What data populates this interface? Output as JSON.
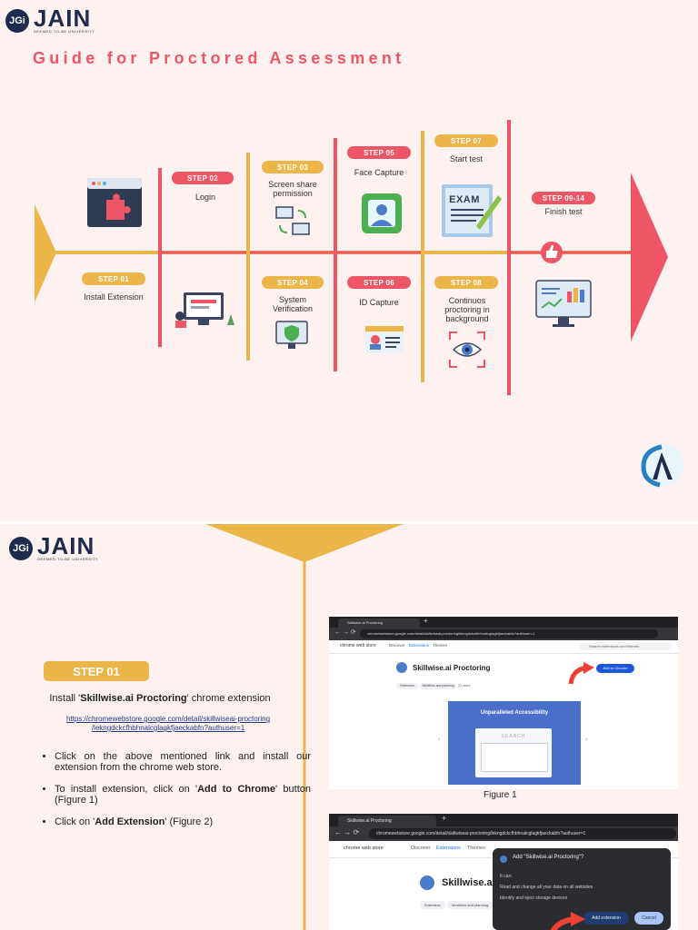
{
  "page1": {
    "logo": {
      "mark": "JGi",
      "name": "JAIN",
      "tagline": "DEEMED-TO-BE UNIVERSITY"
    },
    "title": "Guide for Proctored Assessment",
    "steps": [
      {
        "badge": "STEP 01",
        "label": "Install Extension"
      },
      {
        "badge": "STEP 02",
        "label": "Login"
      },
      {
        "badge": "STEP 03",
        "label": "Screen share permission"
      },
      {
        "badge": "STEP 04",
        "label": "System Verification"
      },
      {
        "badge": "STEP 05",
        "label": "Face Capture"
      },
      {
        "badge": "STEP 06",
        "label": "ID Capture"
      },
      {
        "badge": "STEP 07",
        "label": "Start test"
      },
      {
        "badge": "STEP 08",
        "label": "Continuos proctoring in background"
      },
      {
        "badge": "STEP 09-14",
        "label": "Finish test"
      }
    ],
    "exam_icon_text": "EXAM"
  },
  "page2": {
    "logo": {
      "mark": "JGi",
      "name": "JAIN",
      "tagline": "DEEMED-TO-BE UNIVERSITY"
    },
    "step_badge": "STEP 01",
    "install_prefix": "Install '",
    "install_name": "Skillwise.ai Proctoring",
    "install_suffix": "' chrome extension",
    "link_line1": "https://chromewebstore.google.com/detail/skillwiseai-proctoring",
    "link_line2": "/lekngdckcfhbhnalcglagkfjaeckabfn?authuser=1",
    "bullets": {
      "b1": "Click on the above mentioned link and install our extension from the chrome web store.",
      "b2_pre": "To install extension, click on '",
      "b2_bold": "Add to Chrome",
      "b2_post": "' button (Figure 1)",
      "b3_pre": "Click on '",
      "b3_bold": "Add Extension",
      "b3_post": "' (Figure 2)"
    },
    "figure1": {
      "caption": "Figure 1",
      "tab_title": "Skillwise.ai Proctoring",
      "url": "chromewebstore.google.com/detail/skillwiseai-proctoring/lekngdckcfhbhnalcglagkfjaeckabfn?authuser=1",
      "store_name": "chrome web store",
      "nav": [
        "Discover",
        "Extensions",
        "Themes"
      ],
      "search_placeholder": "Search extensions and themes",
      "ext_name": "Skillwise.ai Proctoring",
      "add_button": "Add to Chrome",
      "chips": [
        "Extension",
        "Workflow and planning",
        "23 users"
      ],
      "banner_title": "Unparalleled Accessibility",
      "banner_search": "SEARCH"
    },
    "figure2": {
      "tab_title": "Skillwise.ai Proctoring",
      "url": "chromewebstore.google.com/detail/skillwiseai-proctoring/lekngdckcfhbhnalcglagkfjaeckabfn?authuser=1",
      "store_name": "chrome web store",
      "nav": [
        "Discover",
        "Extensions",
        "Themes"
      ],
      "ext_name": "Skillwise.ai",
      "chips": [
        "Extension",
        "Workflow and planning"
      ],
      "dialog_title": "Add \"Skillwise.ai Proctoring\"?",
      "dialog_sub": "It can:",
      "dialog_line1": "Read and change all your data on all websites",
      "dialog_line2": "Identify and eject storage devices",
      "add_ext_button": "Add extension",
      "cancel_button": "Cancel"
    }
  }
}
